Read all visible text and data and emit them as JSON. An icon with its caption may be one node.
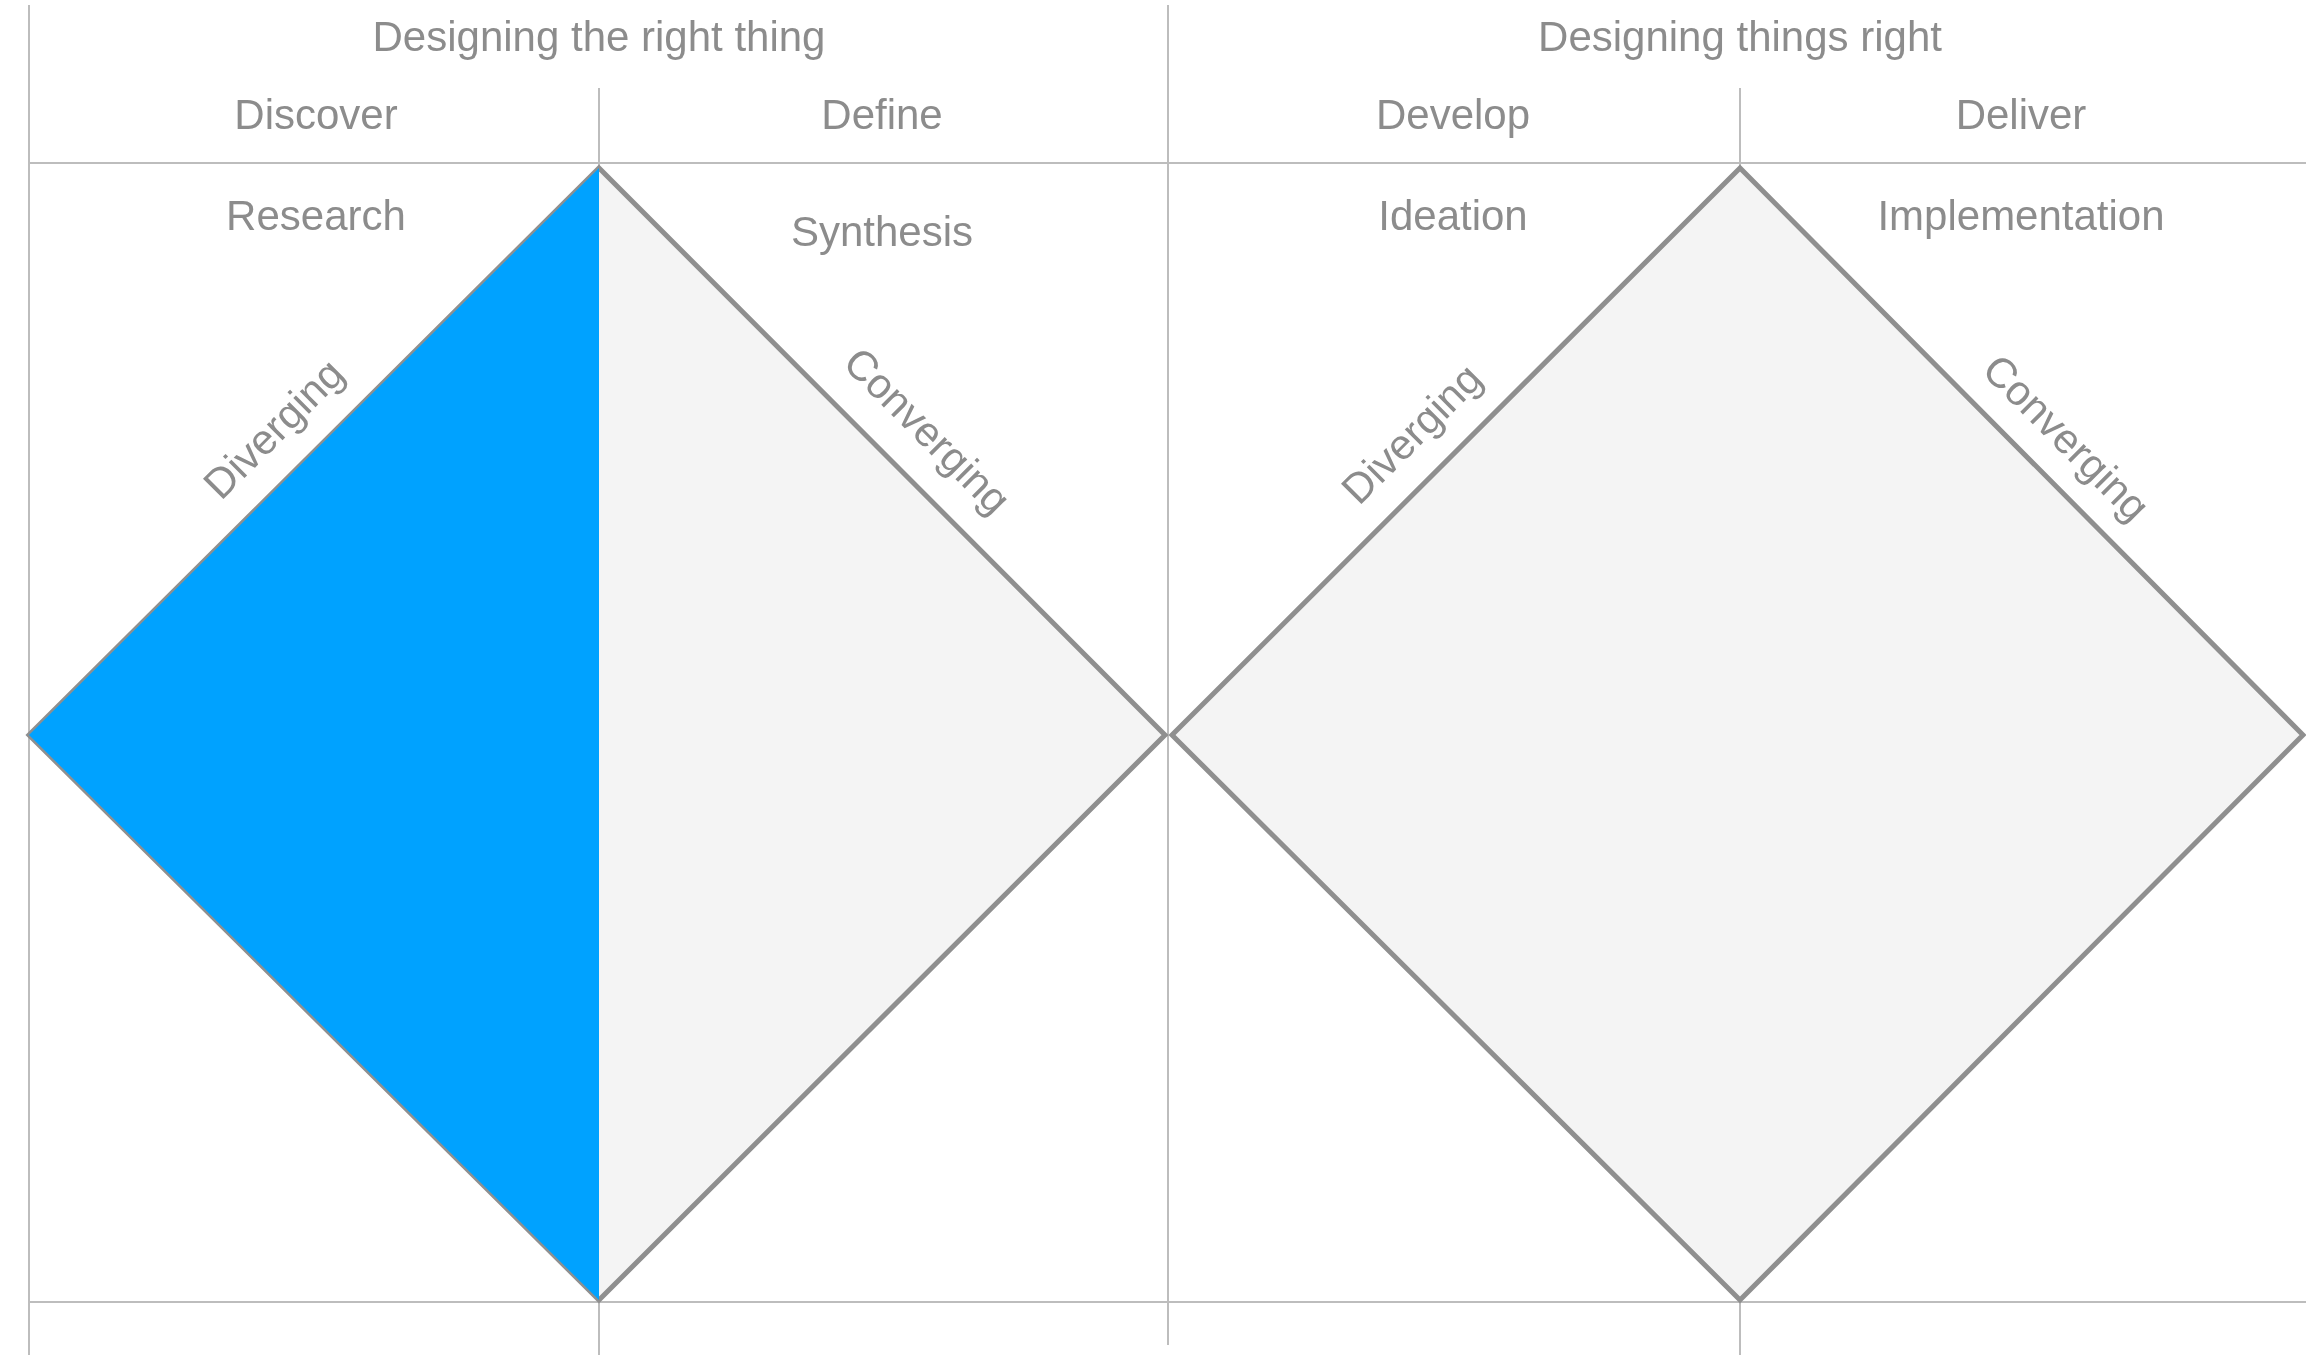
{
  "diagram": {
    "labels": [
      "Designing the right thing",
      "Designing things right",
      "Discover",
      "Define",
      "Develop",
      "Deliver",
      "Research",
      "Synthesis",
      "Ideation",
      "Implementation",
      "Diverging",
      "Converging",
      "Diverging",
      "Converging"
    ]
  }
}
